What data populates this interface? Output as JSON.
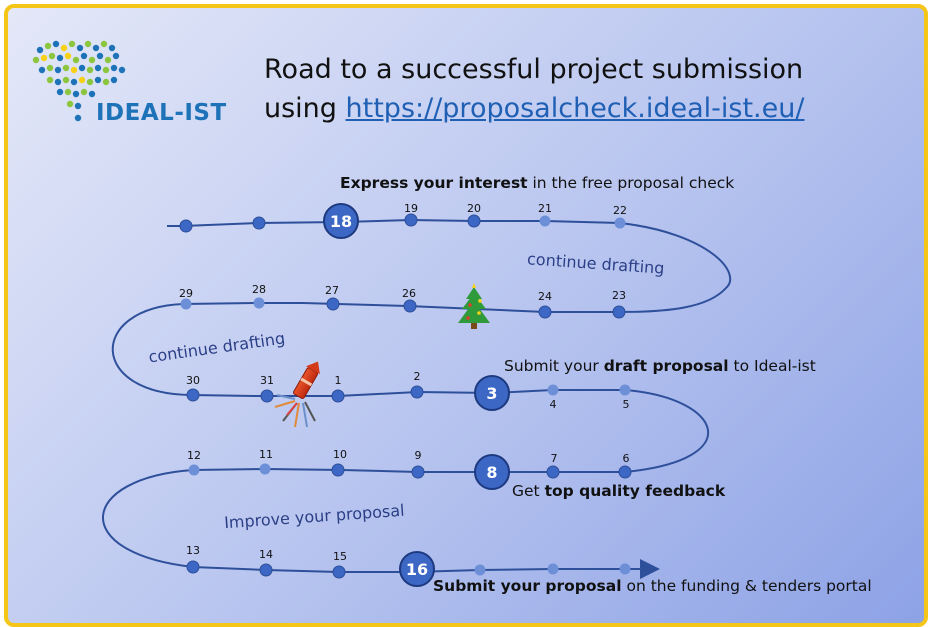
{
  "header": {
    "logo_text": "IDEAL-IST",
    "title_line1": "Road to a successful project submission",
    "title_line2_prefix": "using ",
    "title_link": "https://proposalcheck.ideal-ist.eu/"
  },
  "milestones": {
    "express": {
      "bold": "Express your interest",
      "rest": " in the free proposal check"
    },
    "draft": {
      "pre": "Submit your ",
      "bold": "draft proposal",
      "rest": " to Ideal-ist"
    },
    "feedback": {
      "pre": "Get ",
      "bold": "top quality feedback"
    },
    "submit": {
      "bold": "Submit your proposal",
      "rest": " on the funding & tenders portal"
    }
  },
  "phases": {
    "continue1": "continue drafting",
    "continue2": "continue drafting",
    "improve": "Improve your proposal"
  },
  "days": {
    "d18": "18",
    "d19": "19",
    "d20": "20",
    "d21": "21",
    "d22": "22",
    "d23": "23",
    "d24": "24",
    "d26": "26",
    "d27": "27",
    "d28": "28",
    "d29": "29",
    "d30": "30",
    "d31": "31",
    "d1": "1",
    "d2": "2",
    "d3": "3",
    "d4": "4",
    "d5": "5",
    "d6": "6",
    "d7": "7",
    "d8": "8",
    "d9": "9",
    "d10": "10",
    "d11": "11",
    "d12": "12",
    "d13": "13",
    "d14": "14",
    "d15": "15",
    "d16": "16"
  },
  "colors": {
    "road": "#2e4f9a",
    "dot": "#3c67c4",
    "dot_light": "#6d8fd8",
    "border": "#f5c518"
  },
  "icons": [
    "christmas-tree-icon",
    "firework-rocket-icon"
  ]
}
